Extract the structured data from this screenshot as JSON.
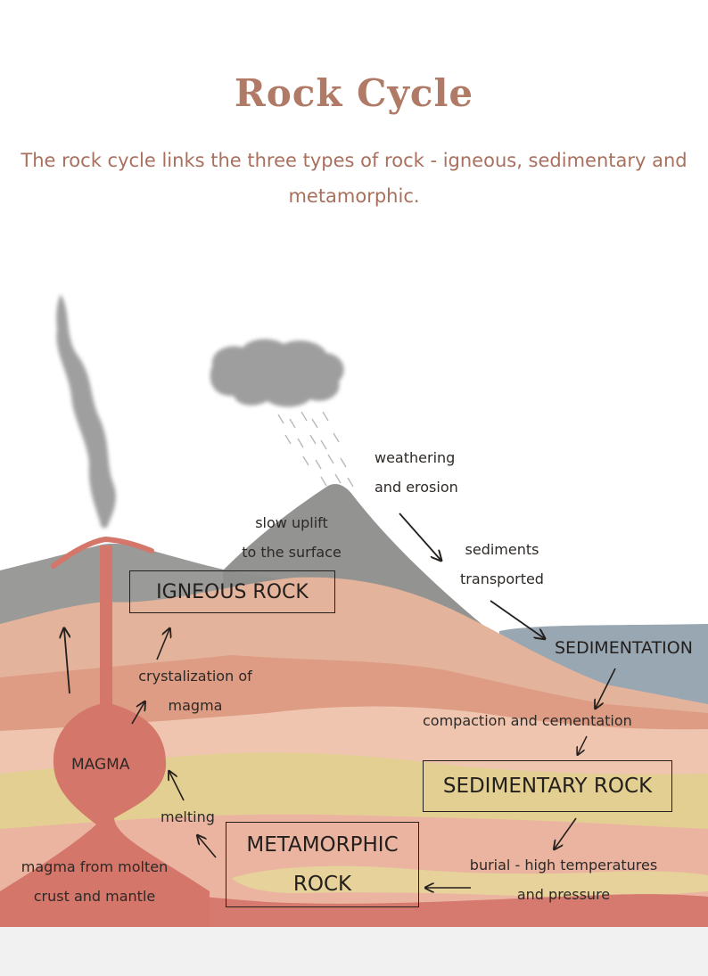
{
  "title": "Rock Cycle",
  "subtitle": "The rock cycle links the three types of rock - igneous, sedimentary and metamorphic.",
  "boxes": {
    "igneous": "IGNEOUS ROCK",
    "sedimentary": "SEDIMENTARY ROCK",
    "metamorphic_line1": "METAMORPHIC",
    "metamorphic_line2": "ROCK"
  },
  "labels": {
    "sedimentation": "SEDIMENTATION",
    "magma": "MAGMA",
    "weathering": [
      "weathering",
      "and erosion"
    ],
    "sediments": [
      "sediments",
      "transported"
    ],
    "uplift": [
      "slow uplift",
      "to the surface"
    ],
    "crystallization": [
      "crystalization of",
      "magma"
    ],
    "compaction": "compaction and cementation",
    "burial": [
      "burial - high temperatures",
      "and pressure"
    ],
    "melting": "melting",
    "magma_source": [
      "magma from molten",
      "crust and mantle"
    ]
  },
  "colors": {
    "title": "#b07a66",
    "volcano_grey": "#8f8f8f",
    "mountain_grey": "#9a9a98",
    "water_blue": "#8e9dab",
    "crust_pink": "#e8b8a0",
    "crust_salmon": "#dc9f86",
    "yellow_layer": "#e2cf91",
    "magma_red": "#d4766a",
    "deep_red": "#d67a70"
  }
}
